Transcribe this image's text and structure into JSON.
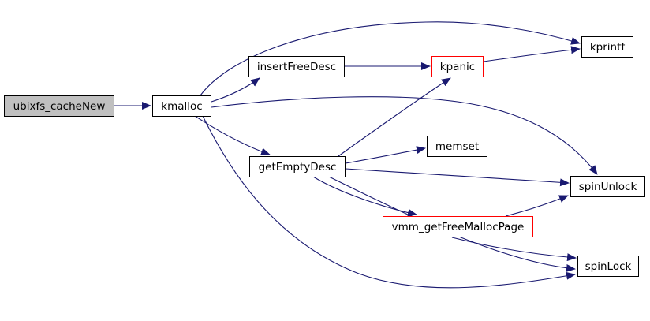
{
  "diagram": {
    "type": "call-graph",
    "colors": {
      "background": "#ffffff",
      "edge": "#191970",
      "node_fill": "#ffffff",
      "node_border": "#000000",
      "focus_node_fill": "#c0c0c0",
      "highlight_node_border": "#ff0000",
      "text": "#000000"
    },
    "nodes": [
      {
        "label": "ubixfs_cacheNew",
        "role": "focus"
      },
      {
        "label": "kmalloc",
        "role": "normal"
      },
      {
        "label": "insertFreeDesc",
        "role": "normal"
      },
      {
        "label": "kpanic",
        "role": "highlight"
      },
      {
        "label": "kprintf",
        "role": "normal"
      },
      {
        "label": "getEmptyDesc",
        "role": "normal"
      },
      {
        "label": "memset",
        "role": "normal"
      },
      {
        "label": "spinUnlock",
        "role": "normal"
      },
      {
        "label": "vmm_getFreeMallocPage",
        "role": "highlight"
      },
      {
        "label": "spinLock",
        "role": "normal"
      }
    ],
    "edges": [
      {
        "from": "ubixfs_cacheNew",
        "to": "kmalloc"
      },
      {
        "from": "kmalloc",
        "to": "insertFreeDesc"
      },
      {
        "from": "kmalloc",
        "to": "kprintf"
      },
      {
        "from": "kmalloc",
        "to": "getEmptyDesc"
      },
      {
        "from": "kmalloc",
        "to": "spinUnlock"
      },
      {
        "from": "kmalloc",
        "to": "spinLock"
      },
      {
        "from": "insertFreeDesc",
        "to": "kpanic"
      },
      {
        "from": "kpanic",
        "to": "kprintf"
      },
      {
        "from": "getEmptyDesc",
        "to": "kpanic"
      },
      {
        "from": "getEmptyDesc",
        "to": "memset"
      },
      {
        "from": "getEmptyDesc",
        "to": "spinUnlock"
      },
      {
        "from": "getEmptyDesc",
        "to": "vmm_getFreeMallocPage"
      },
      {
        "from": "getEmptyDesc",
        "to": "spinLock"
      },
      {
        "from": "vmm_getFreeMallocPage",
        "to": "spinUnlock"
      },
      {
        "from": "vmm_getFreeMallocPage",
        "to": "spinLock"
      }
    ]
  }
}
